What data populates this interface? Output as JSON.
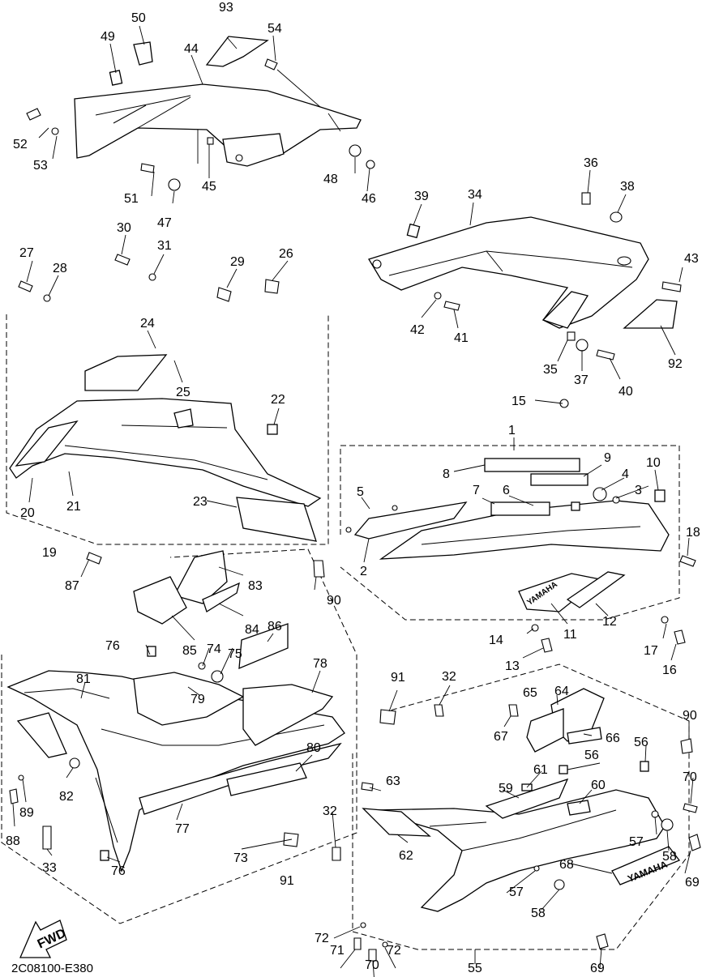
{
  "diagram_code": "2C08100-E380",
  "fwd_label": "FWD",
  "decal_text": "YAMAHA",
  "labels": {
    "l1": "1",
    "l2": "2",
    "l3": "3",
    "l4": "4",
    "l5": "5",
    "l6": "6",
    "l7": "7",
    "l8": "8",
    "l9": "9",
    "l10": "10",
    "l11": "11",
    "l12": "12",
    "l13": "13",
    "l14": "14",
    "l15": "15",
    "l16": "16",
    "l17": "17",
    "l18": "18",
    "l19": "19",
    "l20": "20",
    "l21": "21",
    "l22": "22",
    "l23": "23",
    "l24": "24",
    "l25": "25",
    "l26": "26",
    "l27": "27",
    "l28": "28",
    "l29": "29",
    "l30": "30",
    "l31": "31",
    "l32a": "32",
    "l32b": "32",
    "l33": "33",
    "l34": "34",
    "l35": "35",
    "l36": "36",
    "l37": "37",
    "l38": "38",
    "l39": "39",
    "l40": "40",
    "l41": "41",
    "l42": "42",
    "l43": "43",
    "l44": "44",
    "l45": "45",
    "l46": "46",
    "l47": "47",
    "l48": "48",
    "l49": "49",
    "l50": "50",
    "l51": "51",
    "l52": "52",
    "l53": "53",
    "l54": "54",
    "l55": "55",
    "l56a": "56",
    "l56b": "56",
    "l57a": "57",
    "l57b": "57",
    "l58a": "58",
    "l58b": "58",
    "l59": "59",
    "l60": "60",
    "l61": "61",
    "l62": "62",
    "l63": "63",
    "l64": "64",
    "l65": "65",
    "l66": "66",
    "l67": "67",
    "l68": "68",
    "l69a": "69",
    "l69b": "69",
    "l70a": "70",
    "l70b": "70",
    "l71": "71",
    "l72a": "72",
    "l72b": "72",
    "l73": "73",
    "l74": "74",
    "l75": "75",
    "l76a": "76",
    "l76b": "76",
    "l77": "77",
    "l78": "78",
    "l79": "79",
    "l80": "80",
    "l81": "81",
    "l82": "82",
    "l83": "83",
    "l84": "84",
    "l85": "85",
    "l86": "86",
    "l87": "87",
    "l88": "88",
    "l89": "89",
    "l90a": "90",
    "l90b": "90",
    "l91a": "91",
    "l91b": "91",
    "l92": "92",
    "l93": "93"
  }
}
